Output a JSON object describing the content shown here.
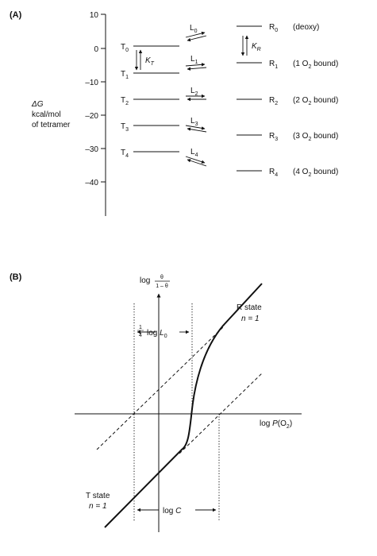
{
  "panel_a": {
    "label": "(A)",
    "ylabel_symbol": "ΔG",
    "ylabel_line1": "kcal/mol",
    "ylabel_line2": "of tetramer",
    "ticks": [
      "10",
      "0",
      "–10",
      "–20",
      "–30",
      "–40"
    ],
    "t_states": [
      {
        "base": "T",
        "sub": "0"
      },
      {
        "base": "T",
        "sub": "1"
      },
      {
        "base": "T",
        "sub": "2"
      },
      {
        "base": "T",
        "sub": "3"
      },
      {
        "base": "T",
        "sub": "4"
      }
    ],
    "r_states": [
      {
        "base": "R",
        "sub": "0",
        "desc": "(deoxy)"
      },
      {
        "base": "R",
        "sub": "1",
        "desc_pre": "(1 O",
        "desc_sub": "2",
        "desc_post": " bound)"
      },
      {
        "base": "R",
        "sub": "2",
        "desc_pre": "(2 O",
        "desc_sub": "2",
        "desc_post": " bound)"
      },
      {
        "base": "R",
        "sub": "3",
        "desc_pre": "(3 O",
        "desc_sub": "2",
        "desc_post": " bound)"
      },
      {
        "base": "R",
        "sub": "4",
        "desc_pre": "(4 O",
        "desc_sub": "2",
        "desc_post": " bound)"
      }
    ],
    "l_constants": [
      {
        "base": "L",
        "sub": "0"
      },
      {
        "base": "L",
        "sub": "1"
      },
      {
        "base": "L",
        "sub": "2"
      },
      {
        "base": "L",
        "sub": "3"
      },
      {
        "base": "L",
        "sub": "4"
      }
    ],
    "kt": {
      "base": "K",
      "sub": "T"
    },
    "kr": {
      "base": "K",
      "sub": "R"
    }
  },
  "panel_b": {
    "label": "(B)",
    "ylabel_log": "log",
    "ylabel_num": "θ",
    "ylabel_den": "1 – θ",
    "xlabel_pre": "log ",
    "xlabel_p": "P",
    "xlabel_o": "(O",
    "xlabel_sub": "2",
    "xlabel_close": ")",
    "frac_num": "1",
    "frac_den": "4",
    "l0_pre": "log ",
    "l0_base": "L",
    "l0_sub": "0",
    "r_state": "R state",
    "r_n": "n = 1",
    "t_state": "T state",
    "t_n": "n = 1",
    "logc_pre": "log ",
    "logc_c": "C"
  }
}
